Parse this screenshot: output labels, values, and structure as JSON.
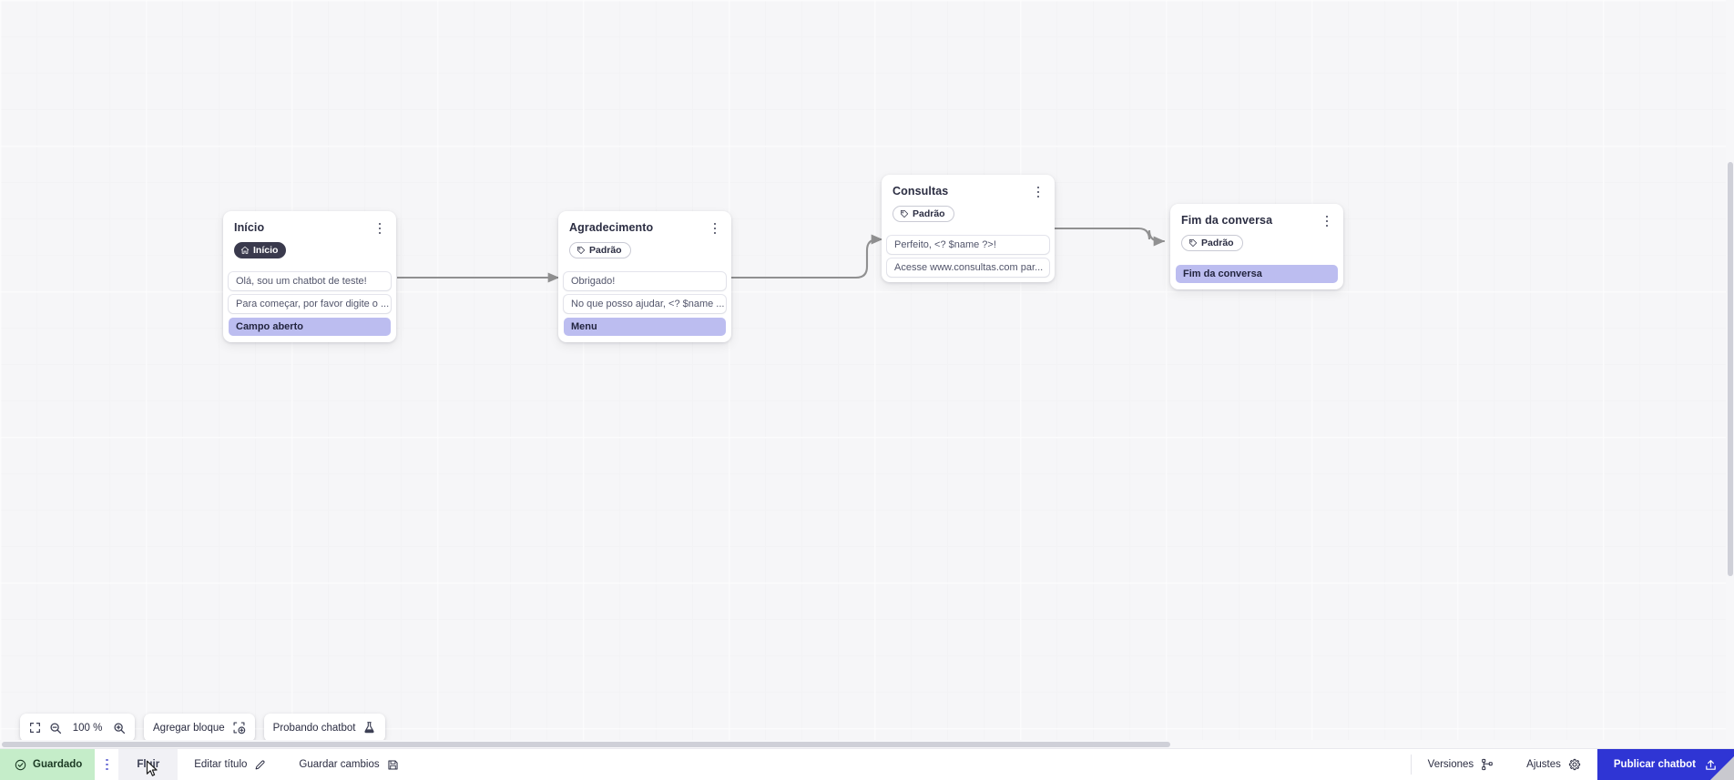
{
  "canvas": {
    "zoom_label": "100 %",
    "grid": "light-grid"
  },
  "nodes": [
    {
      "id": "inicio",
      "title": "Início",
      "badge": {
        "label": "Início",
        "icon": "home-icon",
        "style": "start"
      },
      "rows": [
        {
          "text": "Olá, sou um chatbot de teste!",
          "accent": false
        },
        {
          "text": "Para começar, por favor digite o ...",
          "accent": false
        },
        {
          "text": "Campo aberto",
          "accent": true
        }
      ]
    },
    {
      "id": "agradecimento",
      "title": "Agradecimento",
      "badge": {
        "label": "Padrão",
        "icon": "tag-icon",
        "style": "default"
      },
      "rows": [
        {
          "text": "Obrigado!",
          "accent": false
        },
        {
          "text": "No que posso ajudar, <? $name ...",
          "accent": false
        },
        {
          "text": "Menu",
          "accent": true
        }
      ]
    },
    {
      "id": "consultas",
      "title": "Consultas",
      "badge": {
        "label": "Padrão",
        "icon": "tag-icon",
        "style": "default"
      },
      "rows": [
        {
          "text": "Perfeito, <? $name ?>!",
          "accent": false
        },
        {
          "text": "Acesse www.consultas.com par...",
          "accent": false
        }
      ]
    },
    {
      "id": "fim-da-conversa",
      "title": "Fim da conversa",
      "badge": {
        "label": "Padrão",
        "icon": "tag-icon",
        "style": "default"
      },
      "rows": [
        {
          "text": "Fim da conversa",
          "accent": true
        }
      ]
    }
  ],
  "toolbar": {
    "fit_icon": "fit-screen-icon",
    "zoom_out_icon": "zoom-out-icon",
    "zoom_in_icon": "zoom-in-icon",
    "zoom_value": "100 %",
    "add_block_label": "Agregar bloque",
    "add_block_icon": "add-block-icon",
    "test_chatbot_label": "Probando chatbot",
    "test_chatbot_icon": "flask-icon"
  },
  "bottombar": {
    "saved_label": "Guardado",
    "saved_icon": "check-circle-icon",
    "menu_icon": "kebab-menu-icon",
    "tab_flow_label": "Fluir",
    "edit_title_label": "Editar título",
    "edit_title_icon": "pencil-icon",
    "save_changes_label": "Guardar cambios",
    "save_changes_icon": "floppy-disk-icon",
    "versions_label": "Versiones",
    "versions_icon": "branch-icon",
    "settings_label": "Ajustes",
    "settings_icon": "gear-icon",
    "publish_label": "Publicar chatbot",
    "publish_icon": "upload-icon"
  },
  "colors": {
    "accent_row": "#bcbdf0",
    "publish_button": "#2f35d4",
    "saved_chip": "#c5edc9",
    "badge_start": "#3a3a4d",
    "canvas": "#f1f1f3"
  }
}
